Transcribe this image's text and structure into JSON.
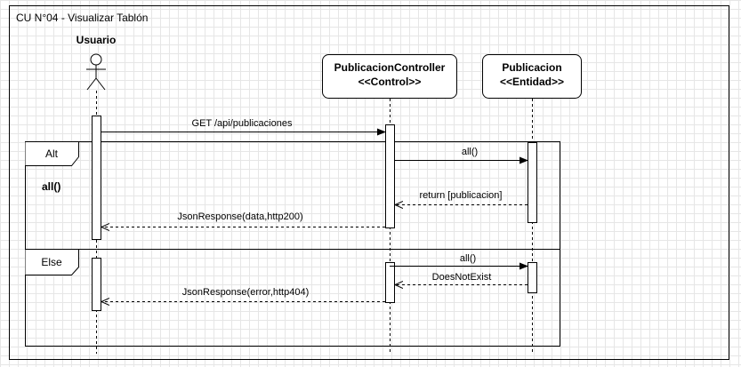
{
  "diagram": {
    "title": "CU N°04 - Visualizar Tablón",
    "actor": {
      "name": "Usuario"
    },
    "lifelines": [
      {
        "line1": "PublicacionController",
        "line2": "<<Control>>"
      },
      {
        "line1": "Publicacion",
        "line2": "<<Entidad>>"
      }
    ],
    "fragments": {
      "alt_label": "Alt",
      "alt_guard": "all()",
      "else_label": "Else"
    },
    "messages": [
      {
        "label": "GET /api/publicaciones",
        "kind": "sync"
      },
      {
        "label": "all()",
        "kind": "sync"
      },
      {
        "label": "return [publicacion]",
        "kind": "return"
      },
      {
        "label": "JsonResponse(data,http200)",
        "kind": "return"
      },
      {
        "label": "all()",
        "kind": "sync"
      },
      {
        "label": "DoesNotExist",
        "kind": "return"
      },
      {
        "label": "JsonResponse(error,http404)",
        "kind": "return"
      }
    ],
    "colors": {
      "line": "#000000",
      "box_bg": "#ffffff",
      "grid": "#e6e6e6"
    }
  }
}
